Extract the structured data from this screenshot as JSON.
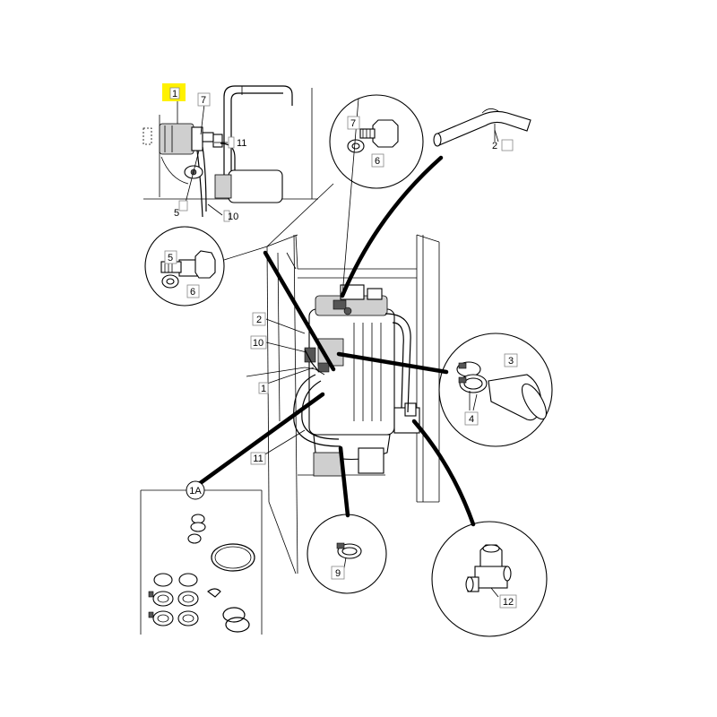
{
  "highlight_color": "#fff100",
  "callouts": {
    "c1_top": "1",
    "c7_top": "7",
    "c11_top": "11",
    "c5_top": "5",
    "c10_top": "10",
    "c2_hose": "2",
    "c7_zoom": "7",
    "c6_zoom": "6",
    "c5_zoom": "5",
    "c6_zoom_left": "6",
    "c2_main": "2",
    "c10_main": "10",
    "c1_main": "1",
    "c11_main": "11",
    "c3_zoom": "3",
    "c4_zoom": "4",
    "c9_zoom": "9",
    "c12_zoom": "12",
    "c1a_kit": "1A"
  }
}
